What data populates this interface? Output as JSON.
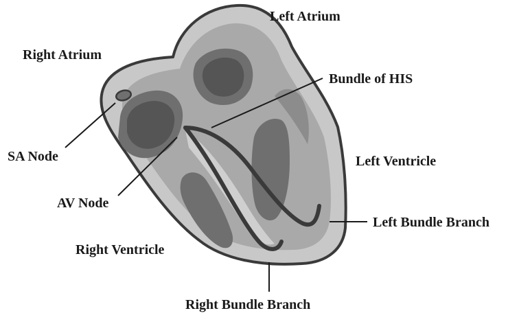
{
  "labels": {
    "left_atrium": "Left Atrium",
    "right_atrium": "Right Atrium",
    "bundle_of_his": "Bundle of HIS",
    "sa_node": "SA Node",
    "left_ventricle": "Left Ventricle",
    "av_node": "AV Node",
    "left_bundle_branch": "Left Bundle Branch",
    "right_ventricle": "Right Ventricle",
    "right_bundle_branch": "Right Bundle Branch"
  },
  "colors": {
    "outline": "#3a3a3a",
    "tissue_light": "#c8c8c8",
    "tissue_mid": "#a9a9a9",
    "tissue_dark": "#6f6f6f",
    "chamber_inner": "#555555",
    "highlight": "#dcdcdc"
  }
}
